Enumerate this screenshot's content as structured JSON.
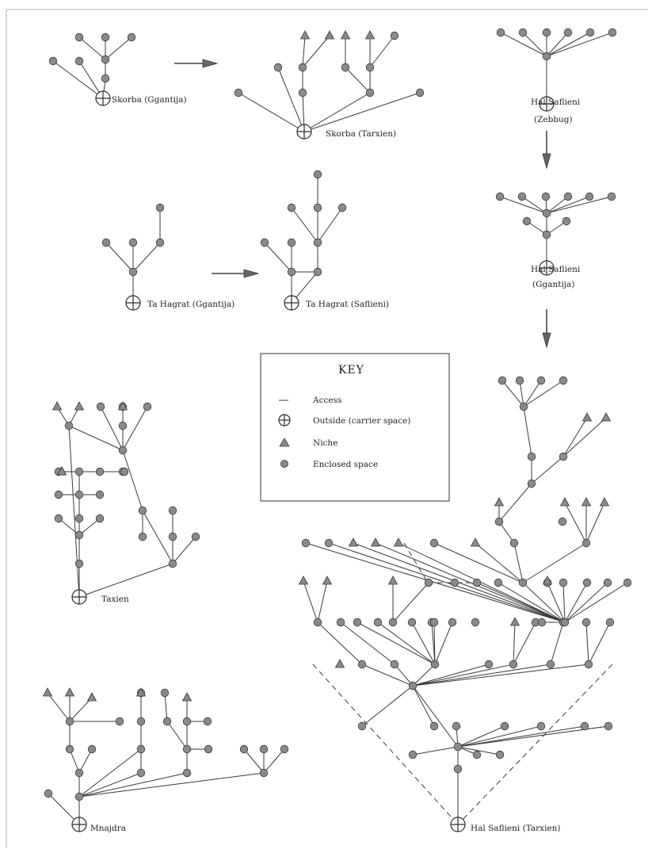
{
  "labels": {
    "skorba_ggantija": "Skorba (Ggantija)",
    "skorba_tarxien": "Skorba (Tarxien)",
    "hal_saflieni_zebbug_1": "Hal Saflieni",
    "hal_saflieni_zebbug_2": "(Zebbug)",
    "hal_saflieni_ggantija_1": "Hal Saflieni",
    "hal_saflieni_ggantija_2": "(Ggantija)",
    "ta_hagrat_ggantija": "Ta Hagrat (Ggantija)",
    "ta_hagrat_saflieni": "Ta Hagrat (Saflieni)",
    "taxien": "Taxien",
    "mnajdra": "Mnajdra",
    "hal_saflieni_tarxien": "Hal Saflieni (Tarxien)"
  },
  "key": {
    "title": "KEY",
    "access": "Access",
    "outside": "Outside (carrier space)",
    "niche": "Niche",
    "enclosed": "Enclosed space"
  },
  "colors": {
    "node_fill": "#8a8a8a",
    "line": "#3a3a3a"
  }
}
